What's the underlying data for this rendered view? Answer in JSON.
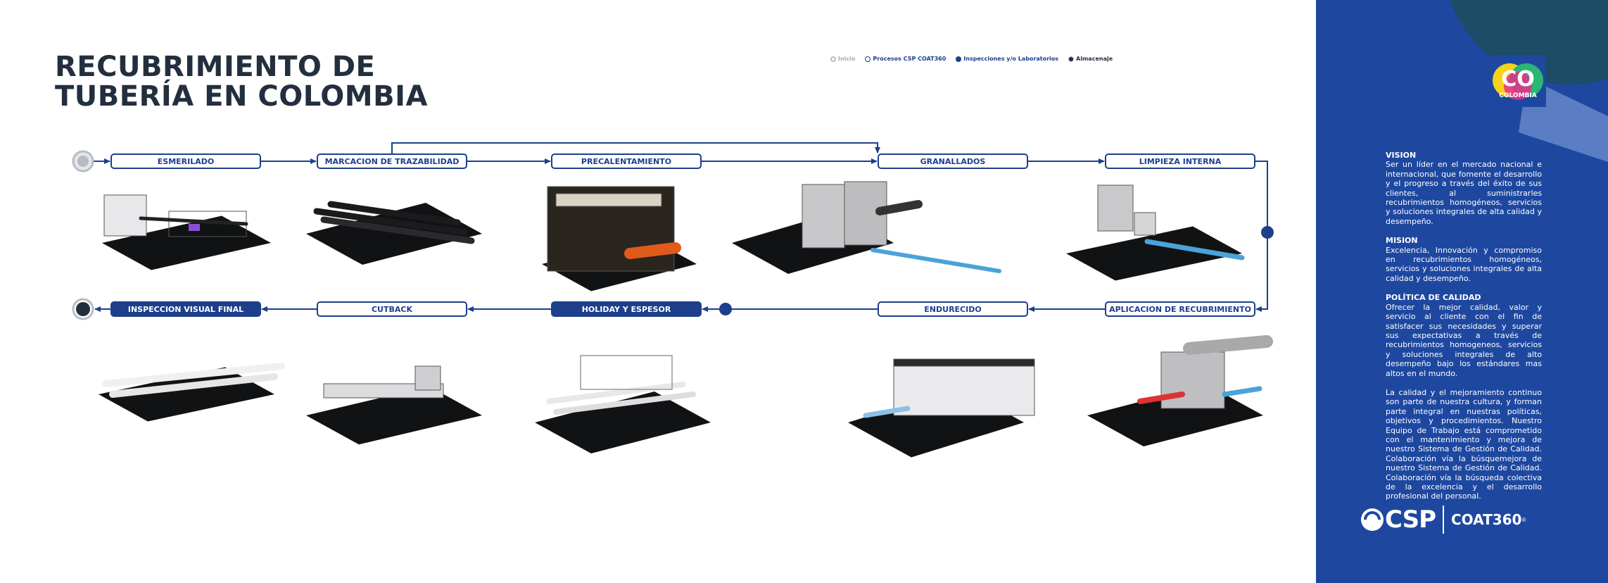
{
  "title": {
    "line1": "RECUBRIMIENTO DE",
    "line2": "TUBERÍA EN COLOMBIA"
  },
  "legend": [
    {
      "label": "Inicio",
      "kind": "inicio"
    },
    {
      "label": "Procesos CSP COAT360",
      "kind": "proceso"
    },
    {
      "label": "Inspecciones y/o Laboratorios",
      "kind": "inspeccion"
    },
    {
      "label": "Almacenaje",
      "kind": "almacenaje"
    }
  ],
  "steps_row1": [
    {
      "label": "ESMERILADO",
      "type": "proceso",
      "machine": "blasting-cabin"
    },
    {
      "label": "MARCACION DE TRAZABILIDAD",
      "type": "proceso",
      "machine": "pipe-rack"
    },
    {
      "label": "PRECALENTAMIENTO",
      "type": "proceso",
      "machine": "furnace"
    },
    {
      "label": "GRANALLADOS",
      "type": "proceso",
      "machine": "shot-blaster"
    },
    {
      "label": "LIMPIEZA INTERNA",
      "type": "proceso",
      "machine": "internal-cleaner"
    }
  ],
  "steps_row2": [
    {
      "label": "INSPECCION VISUAL FINAL",
      "type": "inspeccion",
      "machine": "rack-final"
    },
    {
      "label": "CUTBACK",
      "type": "proceso",
      "machine": "cutback-line"
    },
    {
      "label": "HOLIDAY Y ESPESOR",
      "type": "inspeccion",
      "machine": "holiday-rack"
    },
    {
      "label": "ENDURECIDO",
      "type": "proceso",
      "machine": "curing-tunnel"
    },
    {
      "label": "APLICACION DE RECUBRIMIENTO",
      "type": "proceso",
      "machine": "coating-unit"
    }
  ],
  "sidebar": {
    "logo_top": "CO",
    "logo_bottom": "COLOMBIA",
    "vision_title": "VISION",
    "vision_text": "Ser un líder en el mercado nacional e internacional, que fomente el desarrollo y el progreso a través del éxito de sus clientes, al suministrarles recubrimientos homogéneos, servicios y soluciones integrales de alta calidad y desempeño.",
    "mision_title": "MISION",
    "mision_text": "Excelencia, Innovación y compromiso en recubrimientos homogéneos, servicios y soluciones integrales de alta calidad y desempeño.",
    "politica_title": "POLÍTICA DE CALIDAD",
    "politica_text": "Ofrecer la mejor calidad, valor y servicio al cliente con el fin de satisfacer sus necesidades y superar sus expectativas a través de recubrimientos homogeneos, servicios y soluciones integrales de alto desempeño bajo los estándares mas altos en el mundo.",
    "calidad_text": "La calidad y el mejoramiento continuo son parte de nuestra cultura, y forman parte integral en nuestras políticas, objetivos y procedimientos. Nuestro Equipo de Trabajo está comprometido con el mantenimiento y mejora de nuestro Sistema de Gestión de Calidad. Colaboración vía la búsquemejora de nuestro Sistema de Gestión de Calidad. Colaboración vía la búsqueda colectiva de la excelencia y el desarrollo profesional del personal.",
    "brand_csp": "CSP",
    "brand_coat": "COAT360",
    "brand_reg": "®"
  },
  "colors": {
    "primary": "#1d3f8c",
    "panel": "#1e48a0",
    "dark": "#232f3e",
    "gray": "#b8bcc4"
  }
}
